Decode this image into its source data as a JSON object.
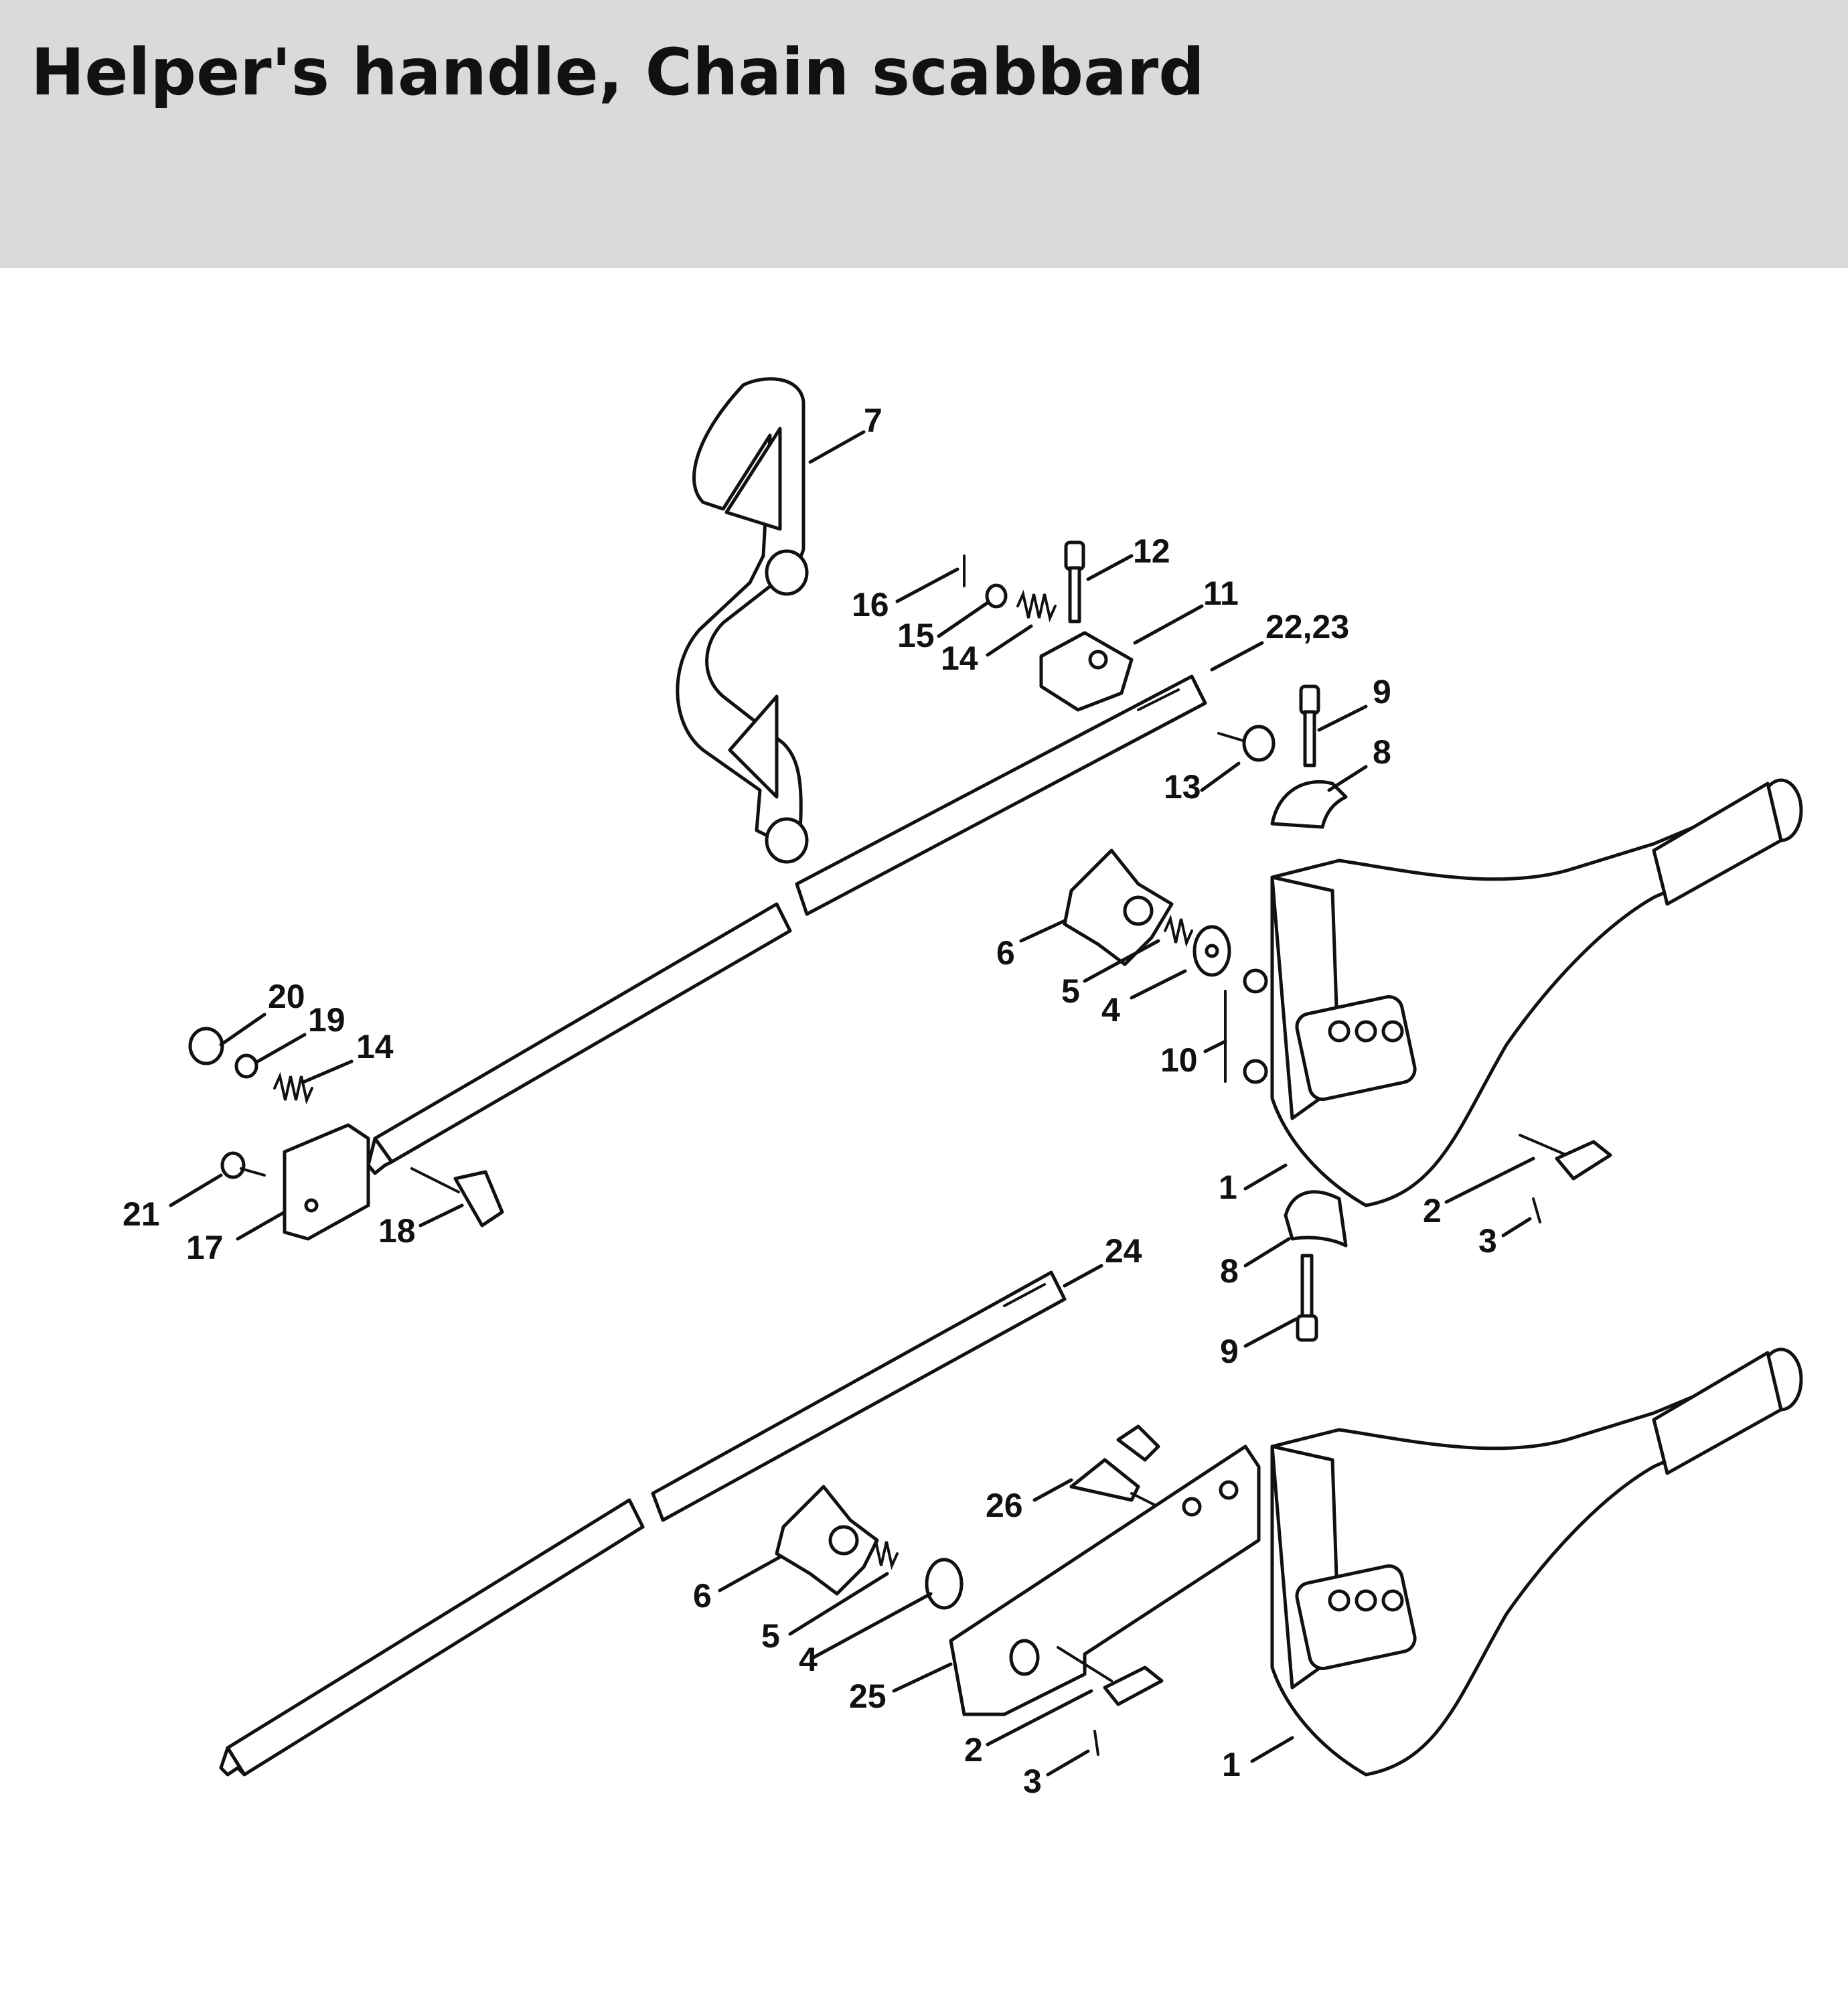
{
  "title": "Helper's handle, Chain scabbard",
  "colors": {
    "header_bg": "#d9dada",
    "ink": "#111111",
    "paper": "#ffffff"
  },
  "callouts": {
    "c7": "7",
    "c12": "12",
    "c16": "16",
    "c11": "11",
    "c15": "15",
    "c14a": "14",
    "c2223": "22,23",
    "c9a": "9",
    "c8a": "8",
    "c13": "13",
    "c6a": "6",
    "c5a": "5",
    "c4a": "4",
    "c10": "10",
    "c20": "20",
    "c19": "19",
    "c14b": "14",
    "c21": "21",
    "c17": "17",
    "c18": "18",
    "c1a": "1",
    "c2a": "2",
    "c3a": "3",
    "c8b": "8",
    "c9b": "9",
    "c24": "24",
    "c26": "26",
    "c6b": "6",
    "c5b": "5",
    "c4b": "4",
    "c25": "25",
    "c2b": "2",
    "c3b": "3",
    "c1b": "1"
  }
}
